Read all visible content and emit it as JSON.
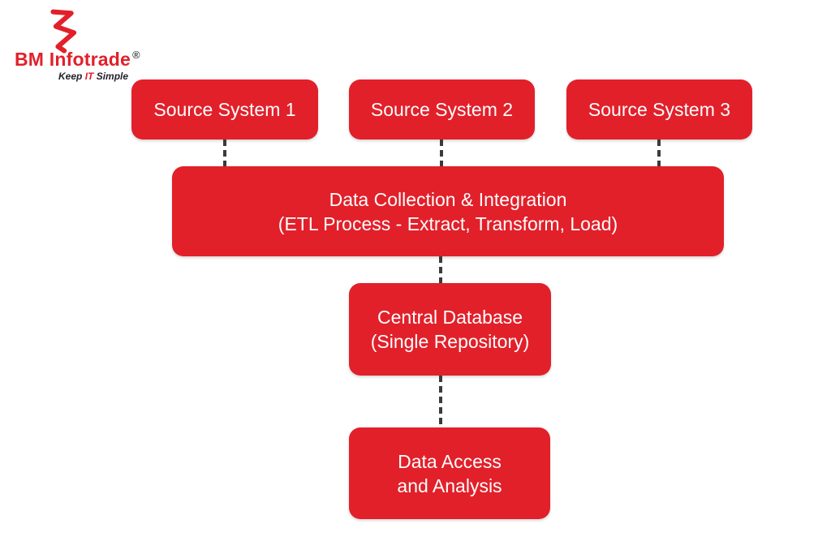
{
  "logo": {
    "brand": "BM Infotrade",
    "registered_mark": "®",
    "tagline_part1": "Keep ",
    "tagline_accent": "IT",
    "tagline_part2": " Simple"
  },
  "diagram": {
    "source_systems": [
      {
        "label": "Source System 1"
      },
      {
        "label": "Source System 2"
      },
      {
        "label": "Source System 3"
      }
    ],
    "etl": {
      "line1": "Data Collection & Integration",
      "line2": "(ETL Process - Extract, Transform, Load)"
    },
    "central_db": {
      "line1": "Central Database",
      "line2": "(Single Repository)"
    },
    "access": {
      "line1": "Data Access",
      "line2": "and Analysis"
    }
  },
  "colors": {
    "brand_red": "#e2202a",
    "box_text": "#fdfdfd",
    "connector": "#3b3b3b",
    "tagline_dark": "#23232b"
  }
}
